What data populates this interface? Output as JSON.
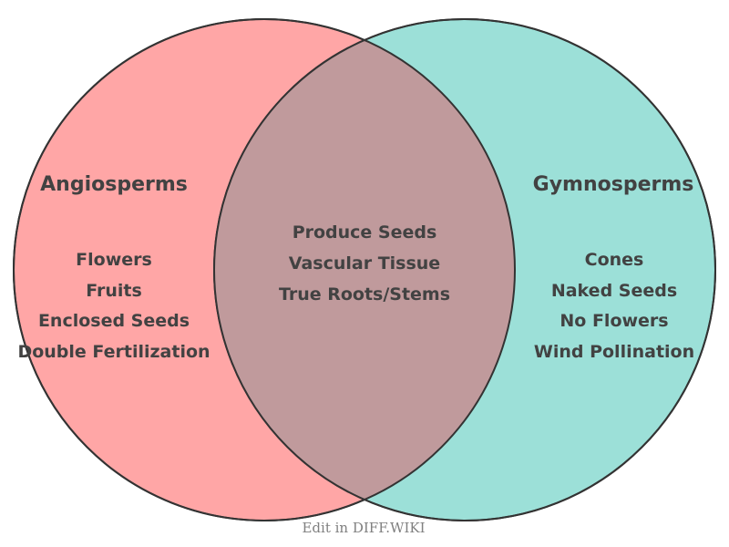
{
  "venn": {
    "left": {
      "title": "Angiosperms",
      "items": [
        "Flowers",
        "Fruits",
        "Enclosed Seeds",
        "Double Fertilization"
      ],
      "fill_color": "#ffa6a6"
    },
    "right": {
      "title": "Gymnosperms",
      "items": [
        "Cones",
        "Naked Seeds",
        "No Flowers",
        "Wind Pollination"
      ],
      "fill_color": "#9ce0d8"
    },
    "intersection": {
      "items": [
        "Produce Seeds",
        "Vascular Tissue",
        "True Roots/Stems"
      ],
      "fill_color": "#c09a9c"
    },
    "outline_color": "#333333",
    "text_color": "#424242"
  },
  "footer": {
    "label": "Edit in DIFF.WIKI",
    "text_color": "#808080"
  }
}
